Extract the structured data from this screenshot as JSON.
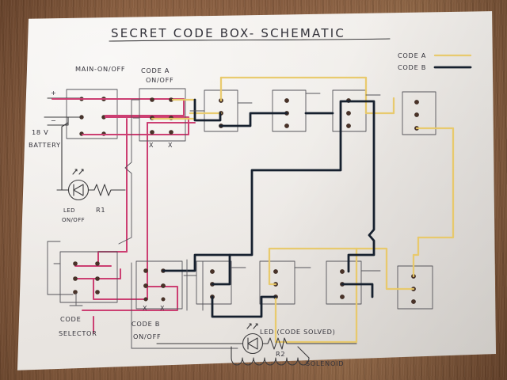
{
  "scene": {
    "surface": "wooden-desk",
    "medium": "hand-drawn-schematic-on-paper"
  },
  "title": "SECRET CODE BOX- SCHEMATIC",
  "legend": {
    "items": [
      {
        "label": "CODE A",
        "color": "#e8c867",
        "name": "code-a"
      },
      {
        "label": "CODE B",
        "color": "#16202e",
        "name": "code-b"
      }
    ]
  },
  "labels": {
    "main_switch": "MAIN-ON/OFF",
    "code_a_switch_line1": "CODE A",
    "code_a_switch_line2": "ON/OFF",
    "code_b_switch_line1": "CODE B",
    "code_b_switch_line2": "ON/OFF",
    "battery_line1": "18 V",
    "battery_line2": "BATTERY",
    "terminal_plus": "+",
    "terminal_minus": "−",
    "led_onoff_line1": "LED",
    "led_onoff_line2": "ON/OFF",
    "resistor_1": "R1",
    "resistor_2": "R2",
    "code_selector_line1": "CODE",
    "code_selector_line2": "SELECTOR",
    "led_code_solved": "LED (CODE SOLVED)",
    "solenoid": "SOLENOID",
    "x_mark": "X"
  },
  "colors": {
    "code_a_wire": "#e8c867",
    "code_b_wire": "#16202e",
    "power_wire": "#cc3f72",
    "pencil": "#3b3a3c",
    "paper": "#efece8",
    "desk": "#9a6440"
  },
  "components": {
    "switch_blocks_top": [
      {
        "name": "switch-block-top-1",
        "pins": 3
      },
      {
        "name": "switch-block-top-2",
        "pins": 3
      },
      {
        "name": "switch-block-top-3",
        "pins": 3
      },
      {
        "name": "switch-block-top-4",
        "pins": 3
      }
    ],
    "switch_blocks_bottom": [
      {
        "name": "switch-block-bottom-1",
        "pins": 3
      },
      {
        "name": "switch-block-bottom-2",
        "pins": 3
      },
      {
        "name": "switch-block-bottom-3",
        "pins": 3
      },
      {
        "name": "switch-block-bottom-4",
        "pins": 3
      }
    ],
    "toggle_switches": [
      {
        "name": "main-on-off-switch",
        "rows": 3,
        "cols": 2
      },
      {
        "name": "code-a-on-off-switch",
        "rows": 3,
        "cols": 2
      },
      {
        "name": "code-b-on-off-switch",
        "rows": 3,
        "cols": 2
      },
      {
        "name": "code-selector-switch",
        "rows": 3,
        "cols": 2
      }
    ],
    "leds": [
      {
        "name": "led-power-indicator",
        "resistor": "R1"
      },
      {
        "name": "led-code-solved",
        "resistor": "R2"
      }
    ],
    "battery": {
      "name": "battery-18v",
      "voltage": "18 V"
    },
    "solenoid": {
      "name": "solenoid-coil"
    }
  }
}
